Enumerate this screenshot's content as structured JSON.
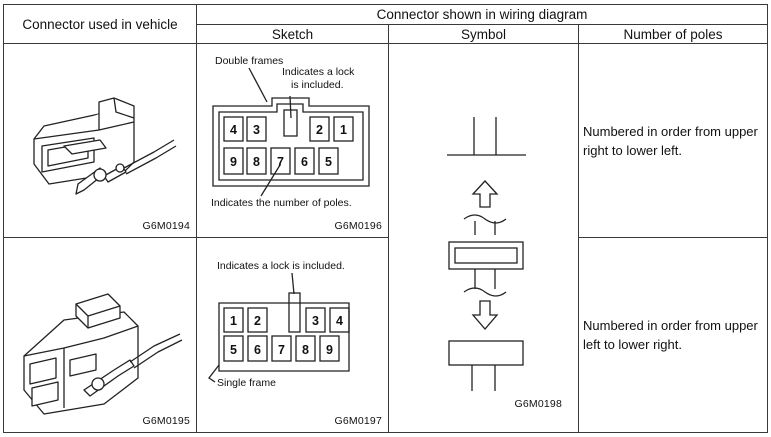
{
  "headers": {
    "vehicle": "Connector used in vehicle",
    "diagram": "Connector shown in wiring diagram",
    "sketch": "Sketch",
    "symbol": "Symbol",
    "poles": "Number of poles"
  },
  "rows": [
    {
      "vehicle_code": "G6M0194",
      "sketch_code": "G6M0196",
      "sketch_labels": {
        "frame": "Double frames",
        "lock_line1": "Indicates a lock",
        "lock_line2": "is included.",
        "poles_note": "Indicates the number of poles."
      },
      "pins_top": [
        "4",
        "3",
        "2",
        "1"
      ],
      "pins_bottom": [
        "9",
        "8",
        "7",
        "6",
        "5"
      ],
      "description": "Numbered in order from upper right to lower left."
    },
    {
      "vehicle_code": "G6M0195",
      "sketch_code": "G6M0197",
      "sketch_labels": {
        "lock": "Indicates a lock is included.",
        "frame": "Single frame"
      },
      "pins_top": [
        "1",
        "2",
        "3",
        "4"
      ],
      "pins_bottom": [
        "5",
        "6",
        "7",
        "8",
        "9"
      ],
      "description": "Numbered in order from upper left to lower right."
    }
  ],
  "symbol_code": "G6M0198"
}
